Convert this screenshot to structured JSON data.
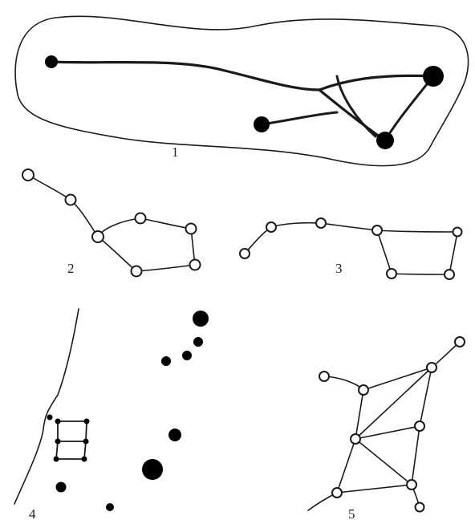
{
  "panels": [
    {
      "id": "1",
      "label": "1",
      "style": "stick-figure with outline",
      "node_style": "black blobs"
    },
    {
      "id": "2",
      "label": "2",
      "style": "connected points",
      "node_style": "open circles"
    },
    {
      "id": "3",
      "label": "3",
      "style": "connected points",
      "node_style": "open circles"
    },
    {
      "id": "4",
      "label": "4",
      "style": "scattered points with outline",
      "node_style": "black dots"
    },
    {
      "id": "5",
      "label": "5",
      "style": "connected points with diagonals",
      "node_style": "open circles"
    }
  ],
  "colors": {
    "ink": "#1a1a1a",
    "background": "#ffffff"
  }
}
